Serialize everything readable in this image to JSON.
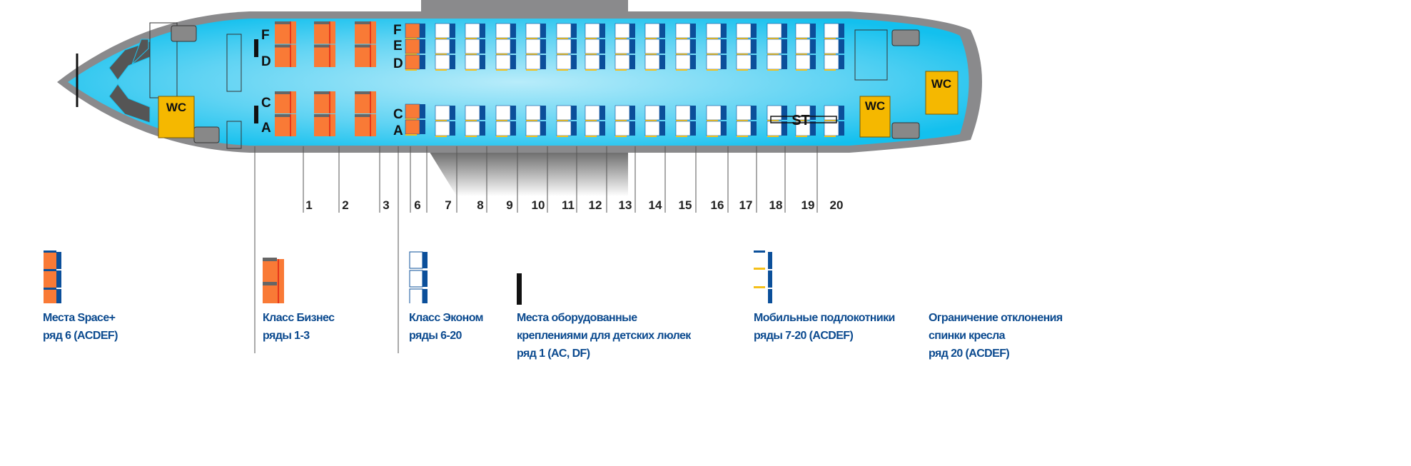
{
  "colors": {
    "fuselage": "#8a8a8c",
    "cabin": "#1cc3ee",
    "cabin_light": "#aee8f8",
    "business_seat": "#f97a36",
    "economy_back": "#0b4f9a",
    "armrest": "#f5c01a",
    "wc": "#f5b800",
    "legend_text": "#0b4a8f"
  },
  "labels": {
    "wc": "WC",
    "stowage": "ST",
    "business_left_top": [
      "F",
      "D"
    ],
    "business_left_bottom": [
      "C",
      "A"
    ],
    "space_top": [
      "F",
      "E",
      "D"
    ],
    "space_bottom": [
      "C",
      "A"
    ]
  },
  "rows": [
    {
      "number": "1",
      "class": "business"
    },
    {
      "number": "2",
      "class": "business"
    },
    {
      "number": "3",
      "class": "business"
    },
    {
      "number": "6",
      "class": "space_plus"
    },
    {
      "number": "7",
      "class": "economy"
    },
    {
      "number": "8",
      "class": "economy"
    },
    {
      "number": "9",
      "class": "economy"
    },
    {
      "number": "10",
      "class": "economy"
    },
    {
      "number": "11",
      "class": "economy"
    },
    {
      "number": "12",
      "class": "economy"
    },
    {
      "number": "13",
      "class": "economy"
    },
    {
      "number": "14",
      "class": "economy"
    },
    {
      "number": "15",
      "class": "economy"
    },
    {
      "number": "16",
      "class": "economy"
    },
    {
      "number": "17",
      "class": "economy"
    },
    {
      "number": "18",
      "class": "economy"
    },
    {
      "number": "19",
      "class": "economy"
    },
    {
      "number": "20",
      "class": "economy"
    }
  ],
  "legend": [
    {
      "icon": "space-plus-seat",
      "lines": [
        "Места Space+",
        "ряд 6 (ACDEF)"
      ]
    },
    {
      "icon": "business-seat",
      "lines": [
        "Класс Бизнес",
        "ряды 1-3"
      ]
    },
    {
      "icon": "economy-seat",
      "lines": [
        "Класс Эконом",
        "ряды 6-20"
      ]
    },
    {
      "icon": "bassinet-mount",
      "lines": [
        "Места оборудованные",
        "креплениями для детских люлек",
        "ряд 1 (AC, DF)"
      ]
    },
    {
      "icon": "movable-armrest",
      "lines": [
        "Мобильные подлокотники",
        "ряды 7-20 (ACDEF)"
      ]
    },
    {
      "icon": "none",
      "lines": [
        "Ограничение отклонения",
        "спинки кресла",
        "ряд 20 (ACDEF)"
      ]
    }
  ]
}
